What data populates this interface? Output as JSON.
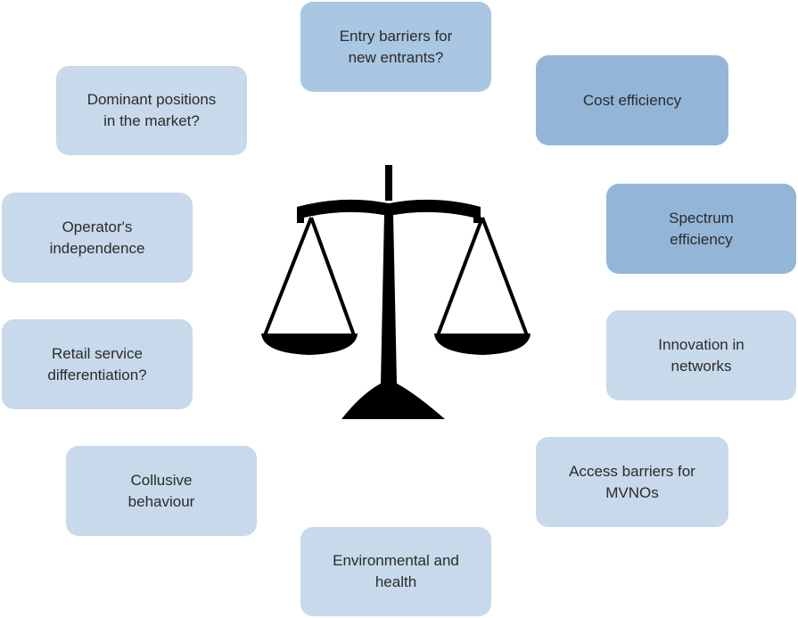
{
  "diagram": {
    "boxes": {
      "entry_barriers": {
        "line1": "Entry barriers for",
        "line2": "new entrants?"
      },
      "dominant_positions": {
        "line1": "Dominant positions",
        "line2": "in the market?"
      },
      "cost_efficiency": {
        "line1": "Cost efficiency"
      },
      "operator_independence": {
        "line1": "Operator's",
        "line2": "independence"
      },
      "spectrum_efficiency": {
        "line1": "Spectrum",
        "line2": "efficiency"
      },
      "retail_differentiation": {
        "line1": "Retail service",
        "line2": "differentiation?"
      },
      "innovation_networks": {
        "line1": "Innovation in",
        "line2": "networks"
      },
      "collusive_behaviour": {
        "line1": "Collusive",
        "line2": "behaviour"
      },
      "access_barriers": {
        "line1": "Access barriers for",
        "line2": "MVNOs"
      },
      "environmental_health": {
        "line1": "Environmental and",
        "line2": "health"
      }
    },
    "center_icon": "balance-scale-icon",
    "colors": {
      "box_light": "#c7d9ea",
      "box_mid": "#a9c6e2",
      "box_dark": "#93b6d8",
      "scale": "#000000"
    }
  }
}
